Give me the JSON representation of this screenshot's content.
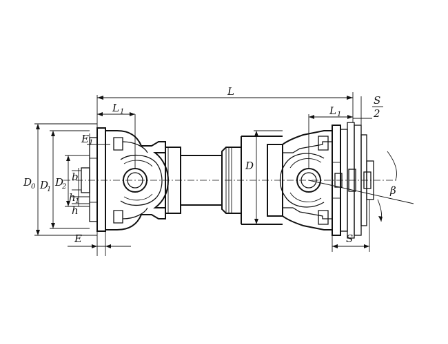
{
  "labels": {
    "L": "L",
    "L1_left": "L",
    "L1_left_sub": "1",
    "L1_right": "L",
    "L1_right_sub": "1",
    "S_half_num": "S",
    "S_half_den": "2",
    "E1": "E",
    "E1_sub": "1",
    "D0": "D",
    "D0_sub": "0",
    "D1": "D",
    "D1_sub": "1",
    "D2": "D",
    "D2_sub": "2",
    "b": "b",
    "h1": "h",
    "h1_sub": "1",
    "h": "h",
    "E": "E",
    "D": "D",
    "S": "S",
    "beta": "β"
  }
}
